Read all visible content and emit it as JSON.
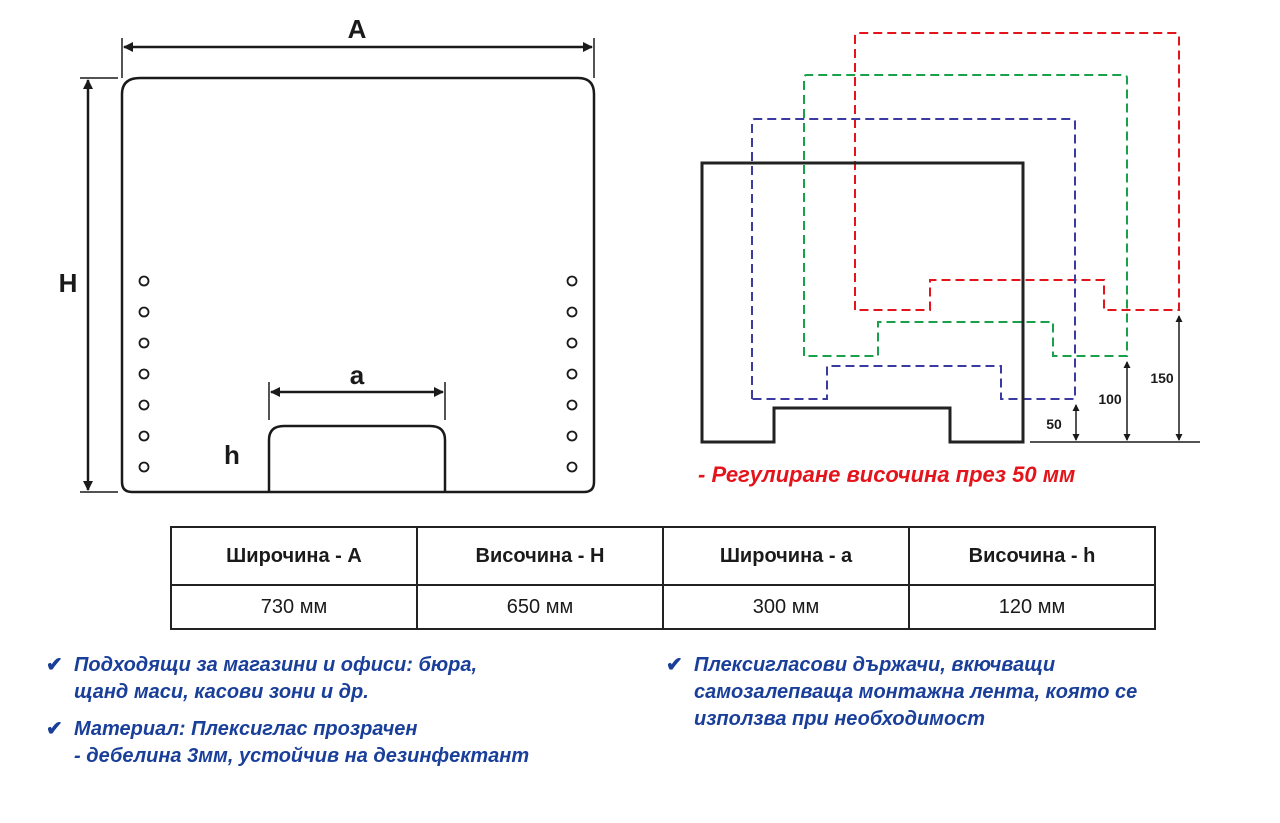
{
  "panel": {
    "labels": {
      "A": "A",
      "H": "H",
      "a": "a",
      "h": "h"
    },
    "holes_per_side": 7
  },
  "adjust_diagram": {
    "height_labels": [
      "50",
      "100",
      "150"
    ],
    "colors": {
      "base": "#222222",
      "blue": "#3a3aa0",
      "green": "#1aa04a",
      "red": "#e3141b"
    }
  },
  "adjust_note": "- Регулиране височина през 50 мм",
  "spec_table": {
    "headers": [
      "Широчина - A",
      "Височина - H",
      "Широчина - a",
      "Височина - h"
    ],
    "values": [
      "730 мм",
      "650 мм",
      "300 мм",
      "120 мм"
    ]
  },
  "features": {
    "left": [
      [
        "Подходящи за магазини и офиси: бюра,",
        "щанд маси, касови зони и др."
      ],
      [
        "Материал: Плексиглас прозрачен",
        "- дебелина 3мм, устойчив на дезинфектант"
      ]
    ],
    "right": [
      [
        "Плексигласови държачи, вкючващи",
        "самозалепваща монтажна лента, която се",
        "използва при необходимост"
      ]
    ],
    "check_icon": "✔"
  },
  "colors": {
    "text_blue": "#1a3f9a",
    "accent_red": "#e3141b"
  }
}
